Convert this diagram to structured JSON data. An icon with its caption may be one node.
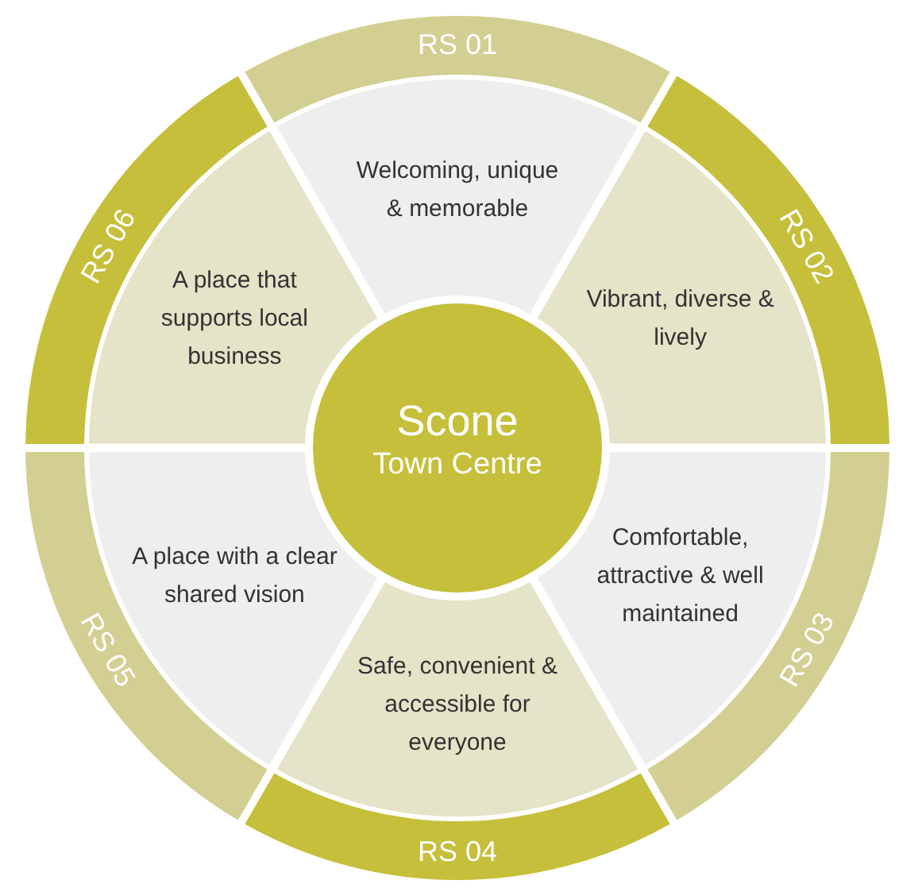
{
  "diagram": {
    "nodes": [
      {
        "text": [
          "Scone",
          "Town Centre"
        ]
      },
      {
        "text": [
          "RS 01"
        ]
      },
      {
        "text": [
          "RS 02"
        ]
      },
      {
        "text": [
          "RS 03"
        ]
      },
      {
        "text": [
          "RS 04"
        ]
      },
      {
        "text": [
          "RS 05"
        ]
      },
      {
        "text": [
          "RS 06"
        ]
      },
      {
        "text": [
          "Welcoming, unique & memorable"
        ]
      },
      {
        "text": [
          "Vibrant, diverse & lively"
        ]
      },
      {
        "text": [
          "Comfortable, attractive & well maintained"
        ]
      },
      {
        "text": [
          "Safe, convenient & accessible for everyone"
        ]
      },
      {
        "text": [
          "A place with a clear shared vision"
        ]
      },
      {
        "text": [
          "A place that supports local business"
        ]
      }
    ]
  }
}
